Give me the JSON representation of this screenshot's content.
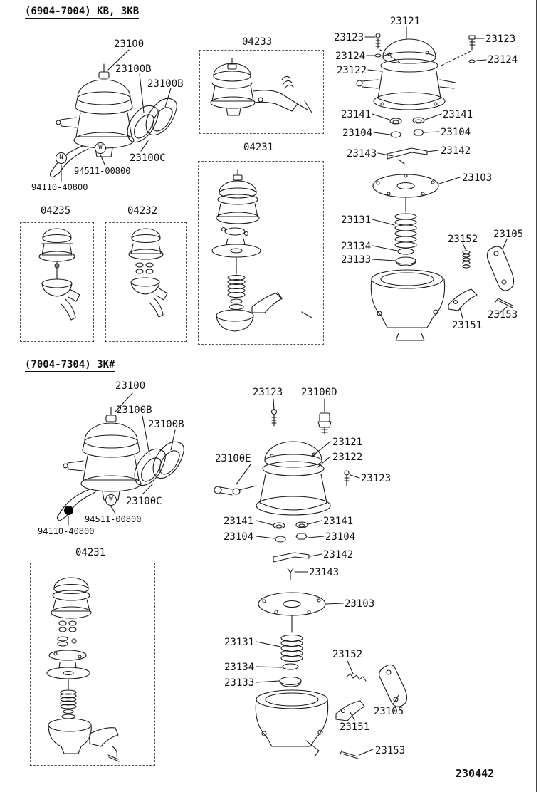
{
  "doc_number": "230442",
  "markers": {
    "n": "N",
    "w": "W"
  },
  "section1": {
    "title": "(6904-7004) KB, 3KB",
    "labels": [
      "23100",
      "23100B",
      "23100B",
      "23100C",
      "94511-00800",
      "94110-40800",
      "04235",
      "04232",
      "04233",
      "04231",
      "23121",
      "23123",
      "23123",
      "23124",
      "23124",
      "23122",
      "23141",
      "23141",
      "23104",
      "23104",
      "23143",
      "23142",
      "23103",
      "23131",
      "23134",
      "23133",
      "23152",
      "23105",
      "23151",
      "23153"
    ]
  },
  "section2": {
    "title": "(7004-7304) 3K#",
    "labels": [
      "23100",
      "23100B",
      "23100B",
      "23100C",
      "94511-00800",
      "94110-40800",
      "04231",
      "23123",
      "23100D",
      "23100E",
      "23121",
      "23122",
      "23123",
      "23141",
      "23141",
      "23104",
      "23104",
      "23142",
      "23143",
      "23103",
      "23131",
      "23134",
      "23133",
      "23152",
      "23105",
      "23151",
      "23153"
    ]
  }
}
